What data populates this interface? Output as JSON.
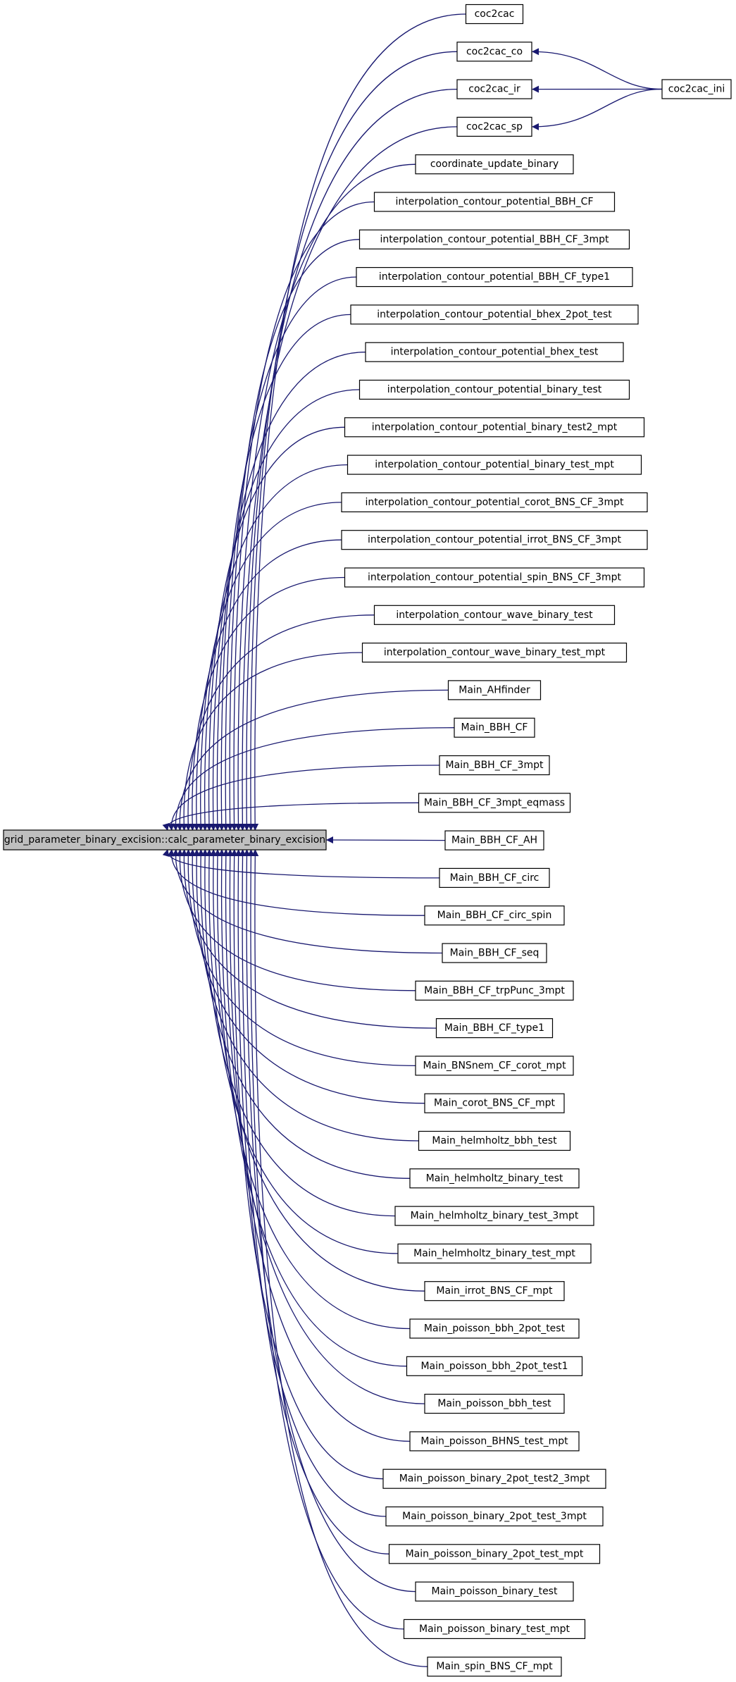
{
  "colors": {
    "edge": "#191970",
    "root_fill": "#bfbfbf",
    "node_fill": "#ffffff",
    "node_border": "#000000"
  },
  "root": {
    "label": "grid_parameter_binary_excision::calc_parameter_binary_excision"
  },
  "callers": [
    "coc2cac",
    "coc2cac_co",
    "coc2cac_ir",
    "coc2cac_sp",
    "coordinate_update_binary",
    "interpolation_contour_potential_BBH_CF",
    "interpolation_contour_potential_BBH_CF_3mpt",
    "interpolation_contour_potential_BBH_CF_type1",
    "interpolation_contour_potential_bhex_2pot_test",
    "interpolation_contour_potential_bhex_test",
    "interpolation_contour_potential_binary_test",
    "interpolation_contour_potential_binary_test2_mpt",
    "interpolation_contour_potential_binary_test_mpt",
    "interpolation_contour_potential_corot_BNS_CF_3mpt",
    "interpolation_contour_potential_irrot_BNS_CF_3mpt",
    "interpolation_contour_potential_spin_BNS_CF_3mpt",
    "interpolation_contour_wave_binary_test",
    "interpolation_contour_wave_binary_test_mpt",
    "Main_AHfinder",
    "Main_BBH_CF",
    "Main_BBH_CF_3mpt",
    "Main_BBH_CF_3mpt_eqmass",
    "Main_BBH_CF_AH",
    "Main_BBH_CF_circ",
    "Main_BBH_CF_circ_spin",
    "Main_BBH_CF_seq",
    "Main_BBH_CF_trpPunc_3mpt",
    "Main_BBH_CF_type1",
    "Main_BNSnem_CF_corot_mpt",
    "Main_corot_BNS_CF_mpt",
    "Main_helmholtz_bbh_test",
    "Main_helmholtz_binary_test",
    "Main_helmholtz_binary_test_3mpt",
    "Main_helmholtz_binary_test_mpt",
    "Main_irrot_BNS_CF_mpt",
    "Main_poisson_bbh_2pot_test",
    "Main_poisson_bbh_2pot_test1",
    "Main_poisson_bbh_test",
    "Main_poisson_BHNS_test_mpt",
    "Main_poisson_binary_2pot_test2_3mpt",
    "Main_poisson_binary_2pot_test_3mpt",
    "Main_poisson_binary_2pot_test_mpt",
    "Main_poisson_binary_test",
    "Main_poisson_binary_test_mpt",
    "Main_spin_BNS_CF_mpt"
  ],
  "second_level": {
    "label": "coc2cac_ini",
    "calls": [
      "coc2cac_co",
      "coc2cac_ir",
      "coc2cac_sp"
    ]
  }
}
